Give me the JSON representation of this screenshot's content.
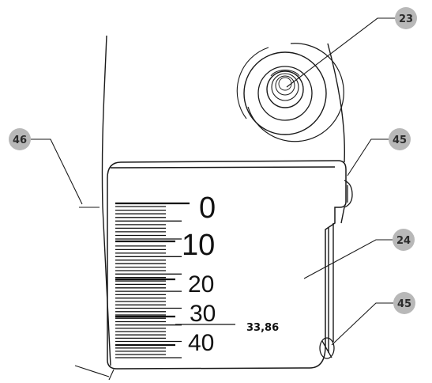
{
  "callouts": [
    {
      "id": "c23",
      "text": "23"
    },
    {
      "id": "c46",
      "text": "46"
    },
    {
      "id": "c45a",
      "text": "45"
    },
    {
      "id": "c24",
      "text": "24"
    },
    {
      "id": "c45b",
      "text": "45"
    }
  ],
  "scale": {
    "labels": [
      "0",
      "10",
      "20",
      "30",
      "40"
    ],
    "reading": "33,86"
  },
  "colors": {
    "line": "#1a1a1a",
    "badge": "#b8b8b8",
    "background": "#ffffff"
  }
}
